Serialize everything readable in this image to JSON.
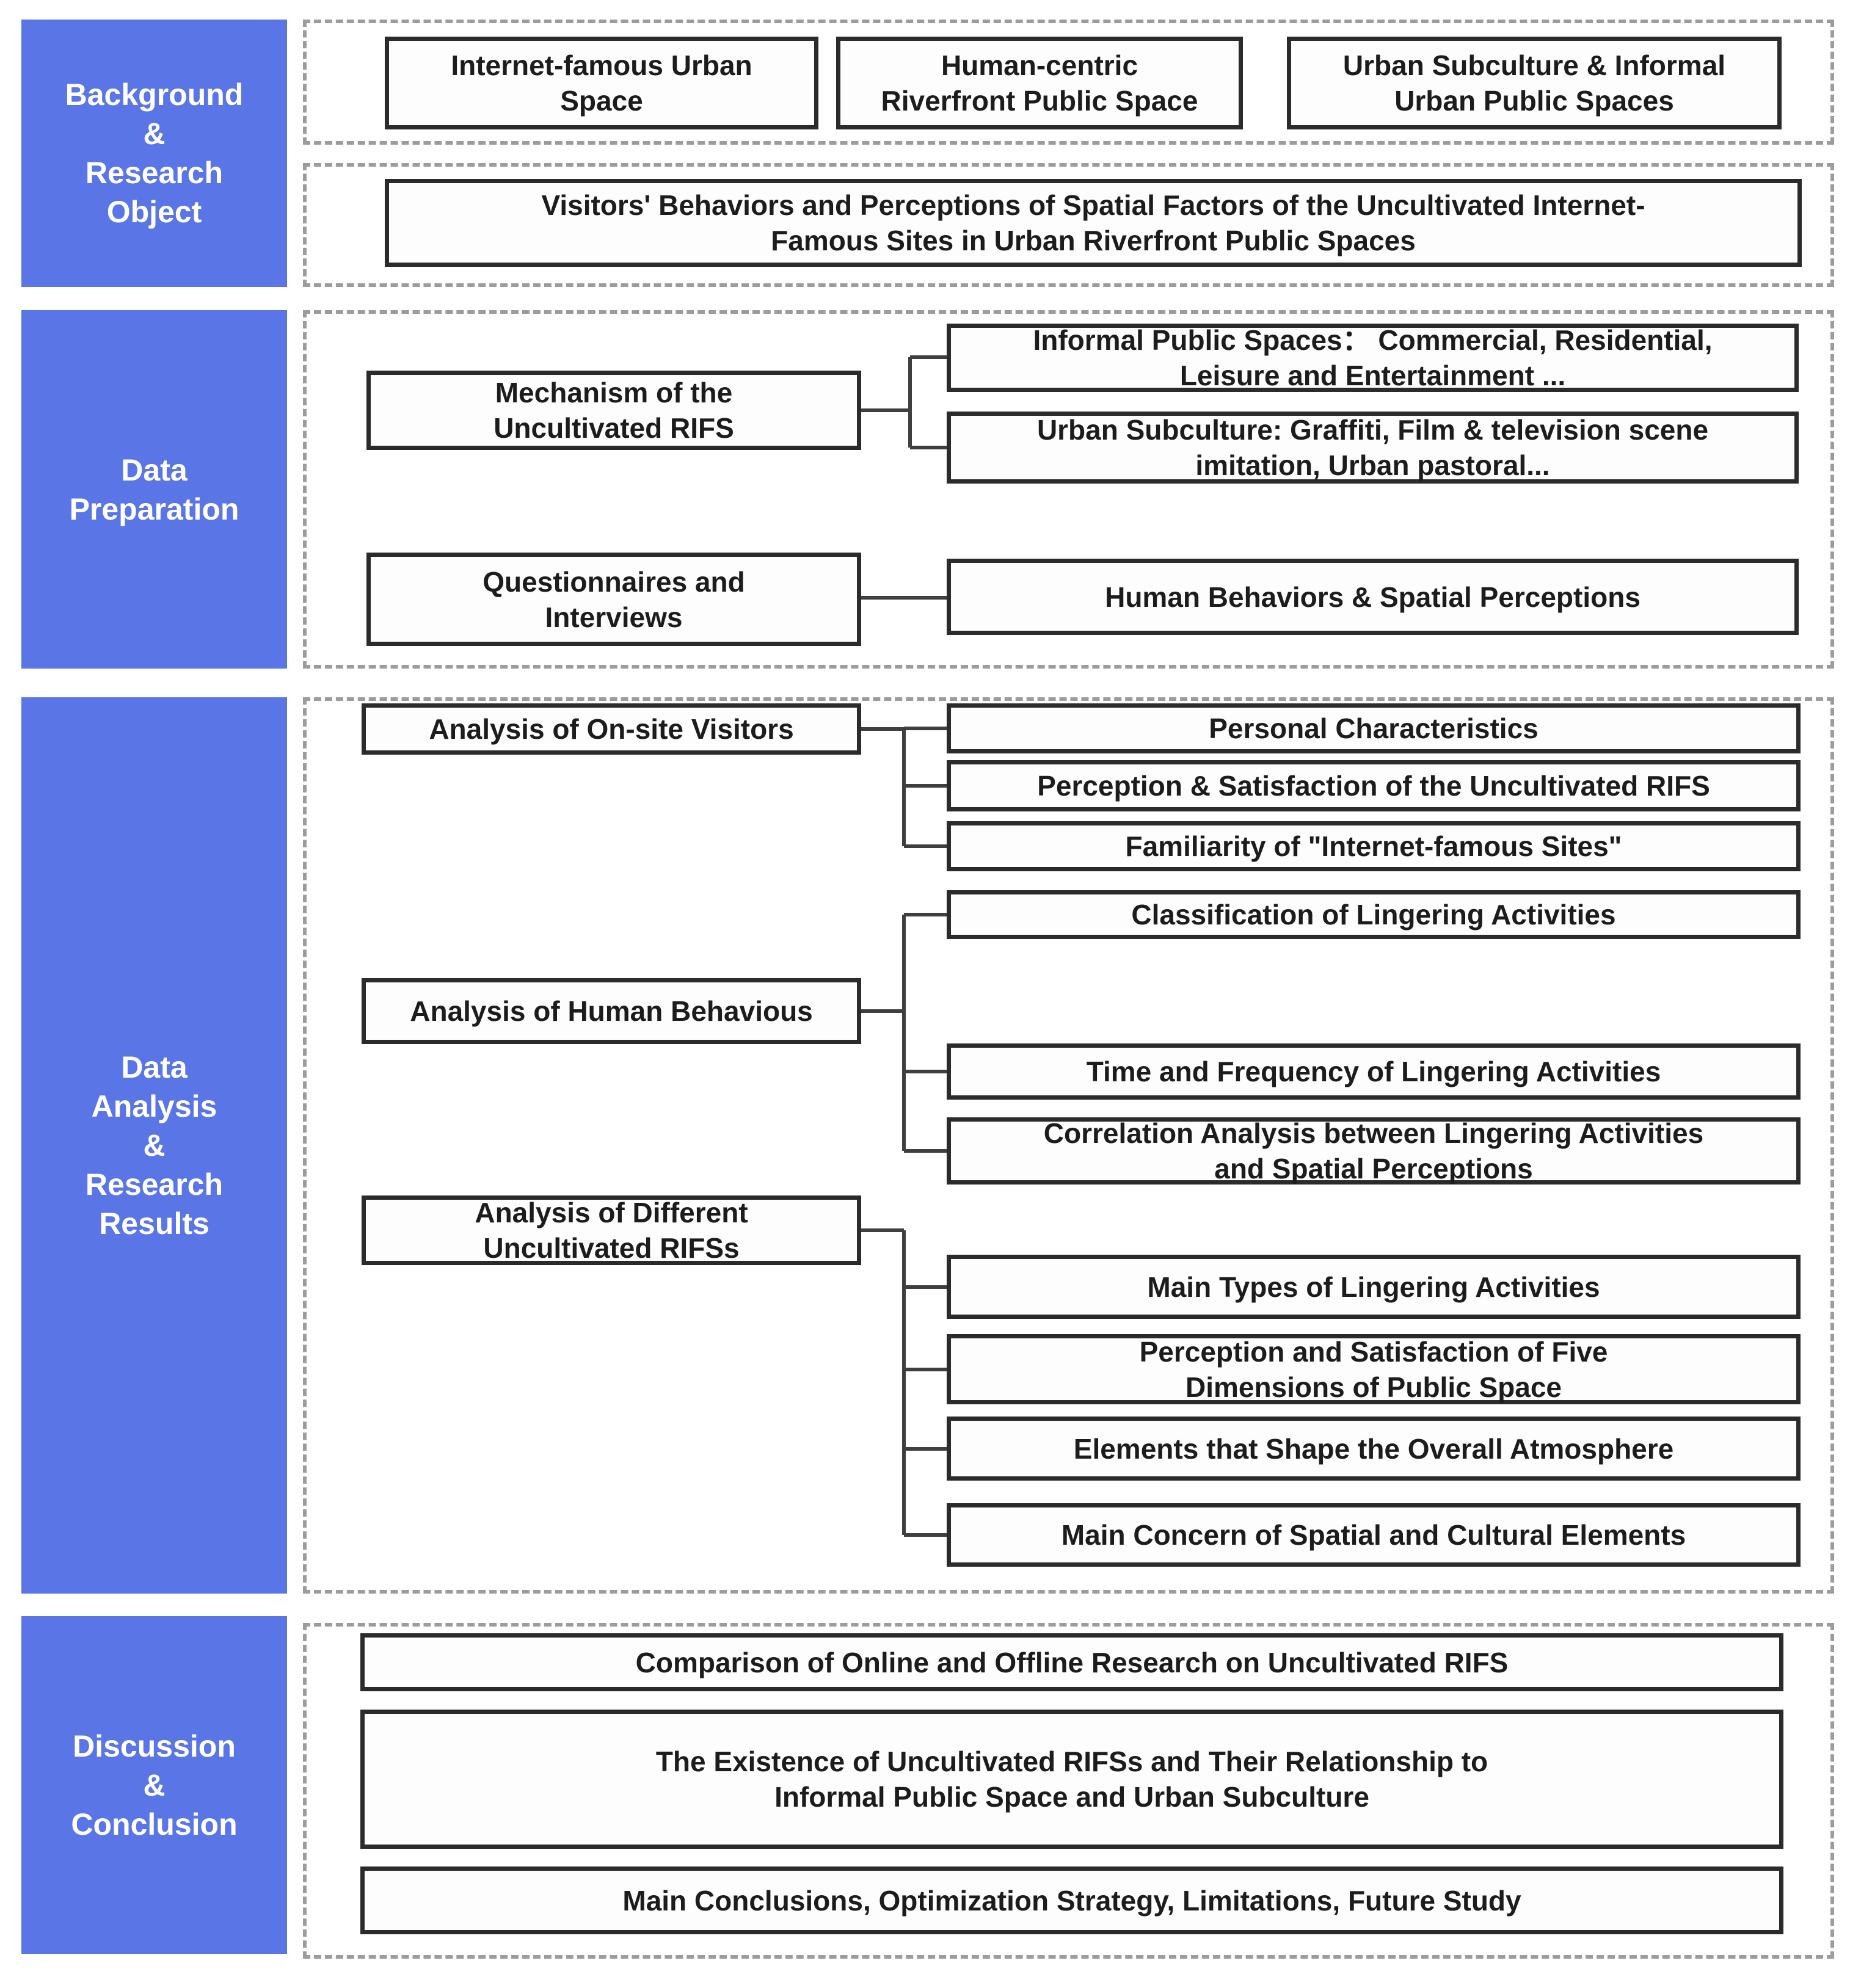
{
  "palette": {
    "header_bg": "#5a75e5",
    "header_text": "#ffffff",
    "box_border": "#2b2b2b",
    "box_bg": "#fdfdfd",
    "dash_border": "#9c9c9c",
    "connector": "#3f3f3f"
  },
  "left_headers": [
    {
      "label": "Background\n&\nResearch\nObject"
    },
    {
      "label": "Data\nPreparation"
    },
    {
      "label": "Data\nAnalysis\n&\nResearch\nResults"
    },
    {
      "label": "Discussion\n&\nConclusion"
    }
  ],
  "background_section": {
    "concepts": [
      "Internet-famous  Urban\nSpace",
      "Human-centric\nRiverfront Public Space",
      "Urban Subculture & Informal\nUrban Public Spaces"
    ],
    "research_object": "Visitors' Behaviors and Perceptions of Spatial Factors of the Uncultivated Internet-\nFamous Sites in Urban Riverfront Public Spaces"
  },
  "data_preparation_section": {
    "methods": [
      {
        "label": "Mechanism of the\nUncultivated RIFS",
        "outputs": [
          "Informal Public Spaces：  Commercial, Residential,\nLeisure and Entertainment ...",
          "Urban Subculture: Graffiti, Film & television scene\nimitation, Urban pastoral..."
        ]
      },
      {
        "label": "Questionnaires and\nInterviews",
        "outputs": [
          "Human Behaviors & Spatial Perceptions"
        ]
      }
    ]
  },
  "data_analysis_section": {
    "analyses": [
      {
        "label": "Analysis of On-site Visitors",
        "results": [
          "Personal Characteristics",
          "Perception & Satisfaction of the Uncultivated RIFS",
          "Familiarity of  \"Internet-famous Sites\""
        ]
      },
      {
        "label": "Analysis of Human Behavious",
        "results": [
          "Classification of Lingering Activities",
          "Time and Frequency of Lingering Activities",
          "Correlation Analysis between Lingering Activities\nand Spatial Perceptions"
        ]
      },
      {
        "label": "Analysis of Different\nUncultivated RIFSs",
        "results": [
          "Main Types of Lingering Activities",
          "Perception and Satisfaction of Five\nDimensions of Public Space",
          "Elements that Shape the Overall Atmosphere",
          "Main Concern of Spatial and Cultural Elements"
        ]
      }
    ]
  },
  "discussion_section": {
    "conclusions": [
      "Comparison of Online and Offline Research on Uncultivated RIFS",
      "The Existence of Uncultivated RIFSs and Their Relationship to\nInformal Public Space and Urban Subculture",
      "Main Conclusions, Optimization Strategy, Limitations, Future Study"
    ]
  }
}
